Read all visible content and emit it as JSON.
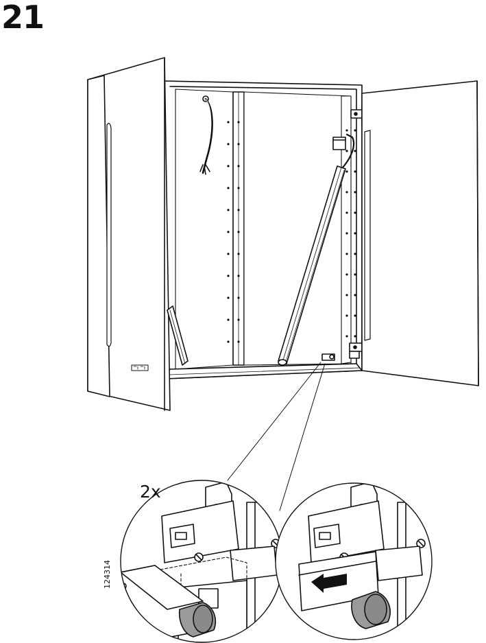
{
  "step": {
    "number": "21"
  },
  "detail": {
    "quantity": "2x",
    "part_number": "124314"
  },
  "icons": {
    "cabinet": "bathroom-cabinet-illustration",
    "light_strip": "led-light-strip-illustration",
    "magnet_catch": "push-catch-illustration",
    "arrow": "push-arrow-icon"
  }
}
